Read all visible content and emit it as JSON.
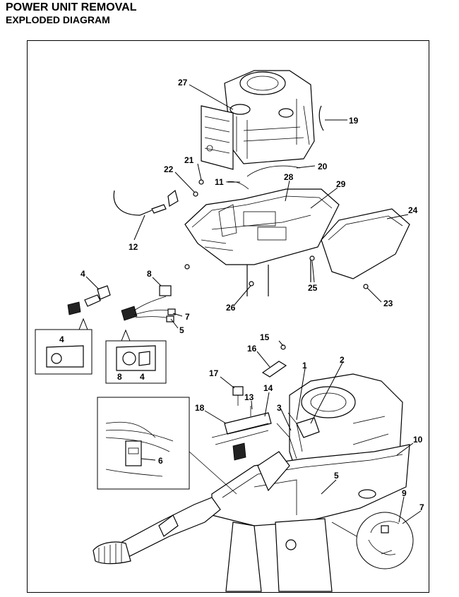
{
  "header": {
    "title": "POWER UNIT REMOVAL",
    "subtitle": "EXPLODED DIAGRAM"
  },
  "callouts": [
    {
      "id": "c27",
      "label": "27"
    },
    {
      "id": "c19",
      "label": "19"
    },
    {
      "id": "c21",
      "label": "21"
    },
    {
      "id": "c22",
      "label": "22"
    },
    {
      "id": "c20",
      "label": "20"
    },
    {
      "id": "c11",
      "label": "11"
    },
    {
      "id": "c28",
      "label": "28"
    },
    {
      "id": "c29",
      "label": "29"
    },
    {
      "id": "c24",
      "label": "24"
    },
    {
      "id": "c12",
      "label": "12"
    },
    {
      "id": "c4a",
      "label": "4"
    },
    {
      "id": "c8a",
      "label": "8"
    },
    {
      "id": "c7a",
      "label": "7"
    },
    {
      "id": "c5a",
      "label": "5"
    },
    {
      "id": "c25",
      "label": "25"
    },
    {
      "id": "c26",
      "label": "26"
    },
    {
      "id": "c23",
      "label": "23"
    },
    {
      "id": "c4b",
      "label": "4"
    },
    {
      "id": "c8b",
      "label": "8"
    },
    {
      "id": "c4c",
      "label": "4"
    },
    {
      "id": "c15",
      "label": "15"
    },
    {
      "id": "c16",
      "label": "16"
    },
    {
      "id": "c1",
      "label": "1"
    },
    {
      "id": "c2",
      "label": "2"
    },
    {
      "id": "c17",
      "label": "17"
    },
    {
      "id": "c14",
      "label": "14"
    },
    {
      "id": "c13",
      "label": "13"
    },
    {
      "id": "c3",
      "label": "3"
    },
    {
      "id": "c18",
      "label": "18"
    },
    {
      "id": "c10",
      "label": "10"
    },
    {
      "id": "c6",
      "label": "6"
    },
    {
      "id": "c5b",
      "label": "5"
    },
    {
      "id": "c9",
      "label": "9"
    },
    {
      "id": "c7b",
      "label": "7"
    }
  ]
}
